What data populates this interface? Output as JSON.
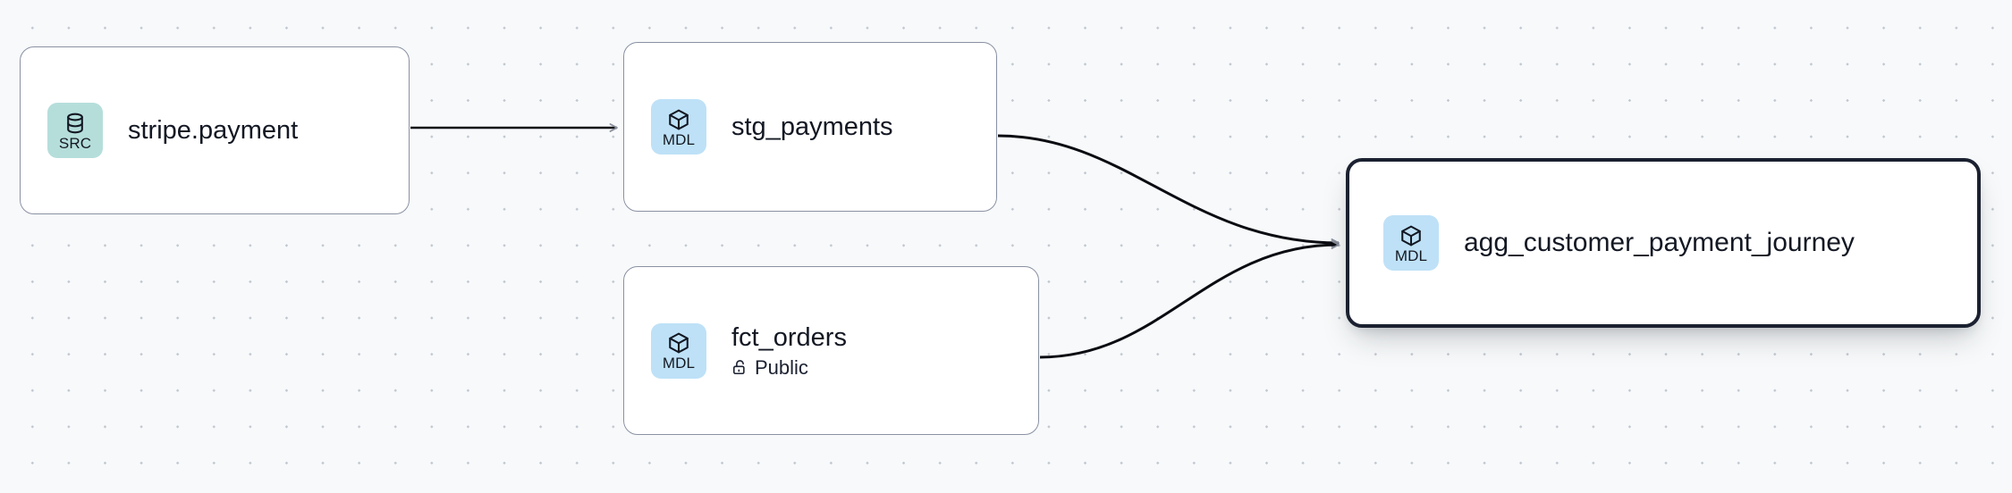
{
  "graph": {
    "background": "#f7f9fa",
    "grid_dot_color": "#c2c7d0",
    "edge_color": "#0a0c12",
    "selected_border_color": "#1b2130",
    "nodes": [
      {
        "id": "stripe-payment",
        "title": "stripe.payment",
        "badge_code": "SRC",
        "badge_icon": "database-icon",
        "badge_color": "#b5dedb",
        "selected": false,
        "subtitle": null,
        "subtitle_icon": null
      },
      {
        "id": "stg-payments",
        "title": "stg_payments",
        "badge_code": "MDL",
        "badge_icon": "cube-icon",
        "badge_color": "#bee1f7",
        "selected": false,
        "subtitle": null,
        "subtitle_icon": null
      },
      {
        "id": "fct-orders",
        "title": "fct_orders",
        "badge_code": "MDL",
        "badge_icon": "cube-icon",
        "badge_color": "#bee1f7",
        "selected": false,
        "subtitle": "Public",
        "subtitle_icon": "unlock-icon"
      },
      {
        "id": "agg-journey",
        "title": "agg_customer_payment_journey",
        "badge_code": "MDL",
        "badge_icon": "cube-icon",
        "badge_color": "#bee1f7",
        "selected": true,
        "subtitle": null,
        "subtitle_icon": null
      }
    ],
    "edges": [
      {
        "from": "stripe-payment",
        "to": "stg-payments",
        "shape": "straight"
      },
      {
        "from": "stg-payments",
        "to": "agg-journey",
        "shape": "bezier"
      },
      {
        "from": "fct-orders",
        "to": "agg-journey",
        "shape": "bezier"
      }
    ]
  }
}
